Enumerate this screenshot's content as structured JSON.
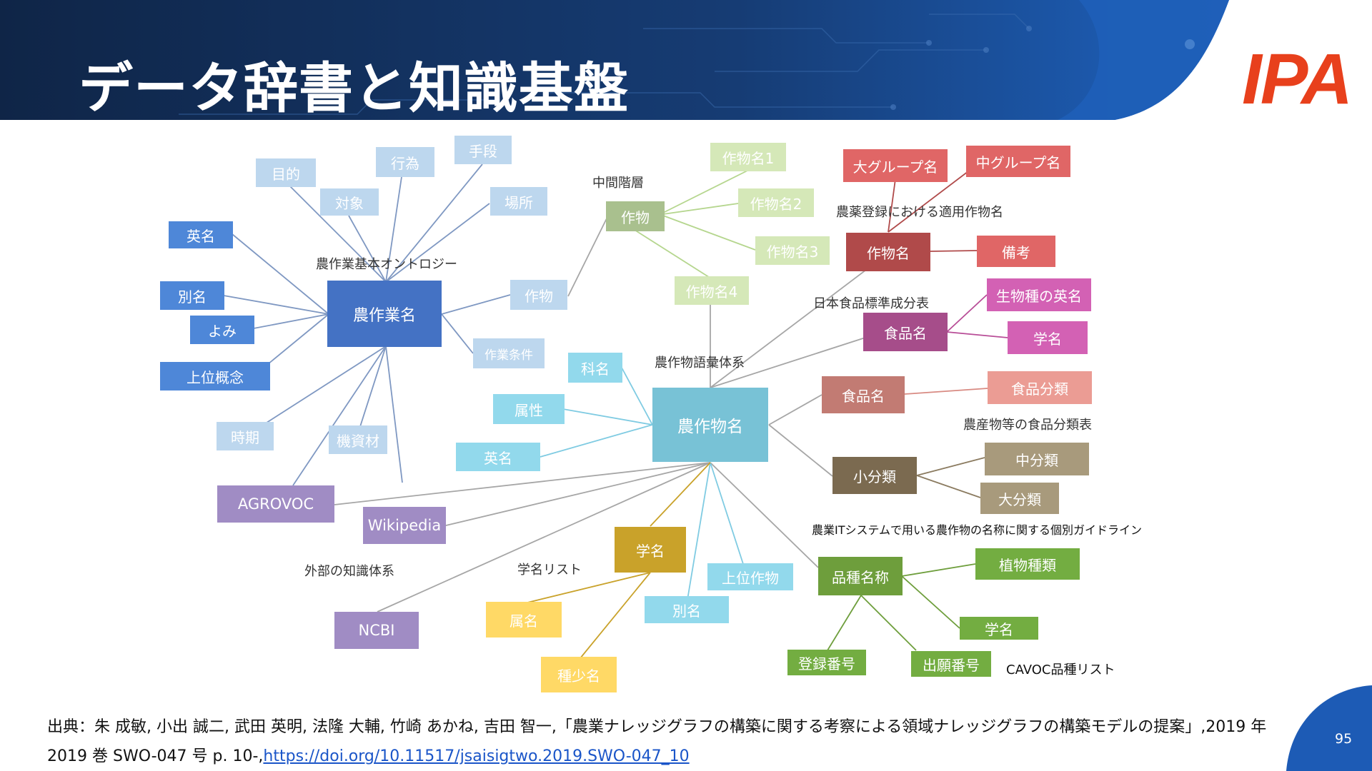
{
  "slide": {
    "title": "データ辞書と知識基盤",
    "logo": "IPA",
    "page_number": "95",
    "citation_text": "出典：朱 成敏, 小出 誠二, 武田 英明, 法隆 大輔, 竹崎 あかね, 吉田 智一,「農業ナレッジグラフの構築に関する考察による領域ナレッジグラフの構築モデルの提案」,2019 年 2019 巻 SWO-047 号 p. 10-,",
    "citation_link": "https://doi.org/10.11517/jsaisigtwo.2019.SWO-047_10"
  },
  "colors": {
    "header_dark": "#102a52",
    "header_blue": "#1e62bf",
    "logo": "#e8401c"
  },
  "nodes": [
    {
      "id": "mokuteki",
      "label": "目的",
      "color": "#bdd7ee",
      "text": "#ffffff"
    },
    {
      "id": "koui",
      "label": "行為",
      "color": "#bdd7ee",
      "text": "#ffffff"
    },
    {
      "id": "shudan",
      "label": "手段",
      "color": "#bdd7ee",
      "text": "#ffffff"
    },
    {
      "id": "taisho",
      "label": "対象",
      "color": "#bdd7ee",
      "text": "#ffffff"
    },
    {
      "id": "basho",
      "label": "場所",
      "color": "#bdd7ee",
      "text": "#ffffff"
    },
    {
      "id": "eimei1",
      "label": "英名",
      "color": "#4e87d8",
      "text": "#ffffff"
    },
    {
      "id": "betsumei1",
      "label": "別名",
      "color": "#4e87d8",
      "text": "#ffffff"
    },
    {
      "id": "yomi",
      "label": "よみ",
      "color": "#4e87d8",
      "text": "#ffffff"
    },
    {
      "id": "joui",
      "label": "上位概念",
      "color": "#4e87d8",
      "text": "#ffffff"
    },
    {
      "id": "nousagyo",
      "label": "農作業名",
      "color": "#4472c4",
      "text": "#ffffff"
    },
    {
      "id": "sakumotsu_l",
      "label": "作物",
      "color": "#bdd7ee",
      "text": "#ffffff"
    },
    {
      "id": "sagyojoken",
      "label": "作業条件",
      "color": "#bdd7ee",
      "text": "#ffffff"
    },
    {
      "id": "jiki",
      "label": "時期",
      "color": "#bdd7ee",
      "text": "#ffffff"
    },
    {
      "id": "kishizai",
      "label": "機資材",
      "color": "#bdd7ee",
      "text": "#ffffff"
    },
    {
      "id": "agrovoc",
      "label": "AGROVOC",
      "color": "#a08cc4",
      "text": "#ffffff"
    },
    {
      "id": "wikipedia",
      "label": "Wikipedia",
      "color": "#a08cc4",
      "text": "#ffffff"
    },
    {
      "id": "ncbi",
      "label": "NCBI",
      "color": "#a08cc4",
      "text": "#ffffff"
    },
    {
      "id": "sakumotsu_c",
      "label": "作物",
      "color": "#a9c08e",
      "text": "#ffffff"
    },
    {
      "id": "sm1",
      "label": "作物名1",
      "color": "#d5e8b8",
      "text": "#ffffff"
    },
    {
      "id": "sm2",
      "label": "作物名2",
      "color": "#d5e8b8",
      "text": "#ffffff"
    },
    {
      "id": "sm3",
      "label": "作物名3",
      "color": "#d5e8b8",
      "text": "#ffffff"
    },
    {
      "id": "sm4",
      "label": "作物名4",
      "color": "#d5e8b8",
      "text": "#ffffff"
    },
    {
      "id": "kamei",
      "label": "科名",
      "color": "#92d9ec",
      "text": "#ffffff"
    },
    {
      "id": "zokusei",
      "label": "属性",
      "color": "#92d9ec",
      "text": "#ffffff"
    },
    {
      "id": "eimei2",
      "label": "英名",
      "color": "#92d9ec",
      "text": "#ffffff"
    },
    {
      "id": "nousakumotsu",
      "label": "農作物名",
      "color": "#78c2d6",
      "text": "#ffffff"
    },
    {
      "id": "gakumei_y",
      "label": "学名",
      "color": "#c9a22a",
      "text": "#ffffff"
    },
    {
      "id": "zokumei",
      "label": "属名",
      "color": "#ffd966",
      "text": "#ffffff"
    },
    {
      "id": "shushomei",
      "label": "種少名",
      "color": "#ffd966",
      "text": "#ffffff"
    },
    {
      "id": "jouisakumotsu",
      "label": "上位作物",
      "color": "#92d9ec",
      "text": "#ffffff"
    },
    {
      "id": "betsumei2",
      "label": "別名",
      "color": "#92d9ec",
      "text": "#ffffff"
    },
    {
      "id": "dai_group",
      "label": "大グループ名",
      "color": "#e06666",
      "text": "#ffffff"
    },
    {
      "id": "chu_group",
      "label": "中グループ名",
      "color": "#e06666",
      "text": "#ffffff"
    },
    {
      "id": "sakumotsumei_r",
      "label": "作物名",
      "color": "#b04a4a",
      "text": "#ffffff"
    },
    {
      "id": "biko",
      "label": "備考",
      "color": "#e06666",
      "text": "#ffffff"
    },
    {
      "id": "seibutsu_eimei",
      "label": "生物種の英名",
      "color": "#d361b4",
      "text": "#ffffff"
    },
    {
      "id": "shokuhin_m",
      "label": "食品名",
      "color": "#a64d8a",
      "text": "#ffffff"
    },
    {
      "id": "gakumei_m",
      "label": "学名",
      "color": "#d361b4",
      "text": "#ffffff"
    },
    {
      "id": "shokuhin_s",
      "label": "食品名",
      "color": "#c27b73",
      "text": "#ffffff"
    },
    {
      "id": "shokuhin_bunrui",
      "label": "食品分類",
      "color": "#eb9c94",
      "text": "#ffffff"
    },
    {
      "id": "shobunrui",
      "label": "小分類",
      "color": "#7b6a50",
      "text": "#ffffff"
    },
    {
      "id": "chubunrui",
      "label": "中分類",
      "color": "#a89a7c",
      "text": "#ffffff"
    },
    {
      "id": "daibunrui",
      "label": "大分類",
      "color": "#a89a7c",
      "text": "#ffffff"
    },
    {
      "id": "hinshu",
      "label": "品種名称",
      "color": "#6e9e3c",
      "text": "#ffffff"
    },
    {
      "id": "shokubutsu",
      "label": "植物種類",
      "color": "#73ad41",
      "text": "#ffffff"
    },
    {
      "id": "gakumei_g",
      "label": "学名",
      "color": "#73ad41",
      "text": "#ffffff"
    },
    {
      "id": "toroku",
      "label": "登録番号",
      "color": "#73ad41",
      "text": "#ffffff"
    },
    {
      "id": "shutsugan",
      "label": "出願番号",
      "color": "#73ad41",
      "text": "#ffffff"
    }
  ],
  "group_labels": [
    {
      "id": "g_ontology",
      "text": "農作業基本オントロジー"
    },
    {
      "id": "g_chukan",
      "text": "中間階層"
    },
    {
      "id": "g_goi",
      "text": "農作物語彙体系"
    },
    {
      "id": "g_noyaku",
      "text": "農薬登録における適用作物名"
    },
    {
      "id": "g_shokuhin",
      "text": "日本食品標準成分表"
    },
    {
      "id": "g_nousanbutsu",
      "text": "農産物等の食品分類表"
    },
    {
      "id": "g_guideline",
      "text": "農業ITシステムで用いる農作物の名称に関する個別ガイドライン"
    },
    {
      "id": "g_gaibu",
      "text": "外部の知識体系"
    },
    {
      "id": "g_gakumei",
      "text": "学名リスト"
    },
    {
      "id": "g_cavoc",
      "text": "CAVOC品種リスト"
    }
  ]
}
